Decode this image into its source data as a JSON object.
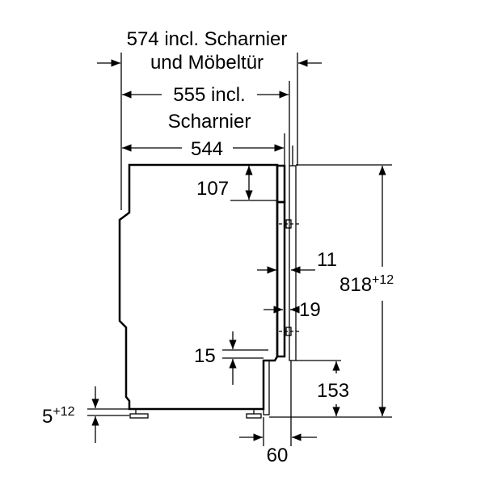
{
  "dimensions": {
    "width_with_hinge_and_door_line1": "574 incl. Scharnier",
    "width_with_hinge_and_door_line2": "und Möbeltür",
    "width_with_hinge_line1": "555 incl.",
    "width_with_hinge_line2": "Scharnier",
    "body_depth": "544",
    "control_panel_height": "107",
    "gap_door": "11",
    "door_offset": "19",
    "step": "15",
    "plinth_height": "153",
    "total_height": "818",
    "total_height_tolerance": "+12",
    "feet_height": "5",
    "feet_tolerance": "+12",
    "plinth_depth": "60"
  }
}
